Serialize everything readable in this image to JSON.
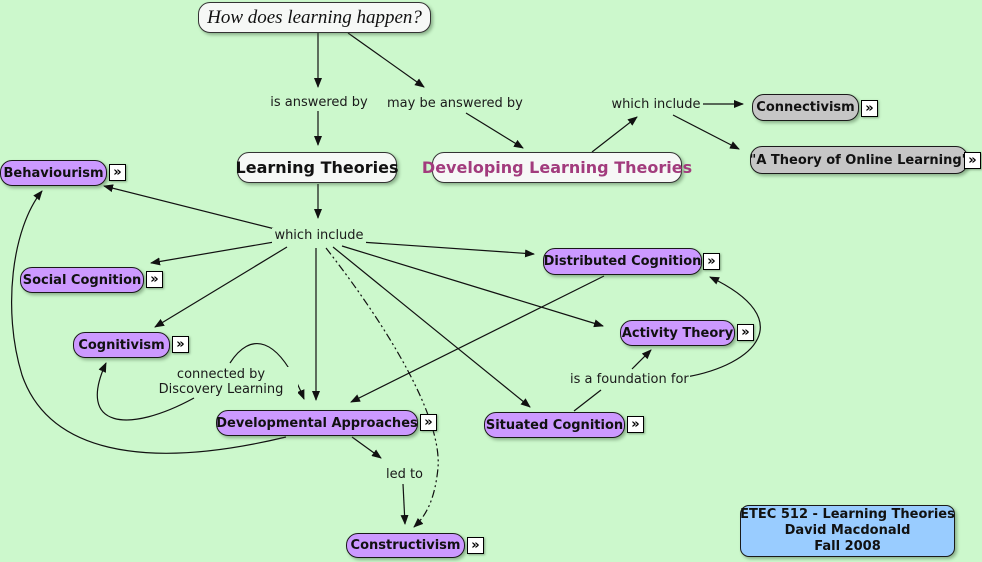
{
  "title": "Learning theories concept map",
  "colors": {
    "background": "#ccf8cc",
    "concept_fill": "#cc99ff",
    "external_fill": "#c6c6c6",
    "credit_fill": "#99ccff",
    "developing_text": "#a23b7d",
    "line": "#111111"
  },
  "nodes": {
    "question": {
      "label": "How does learning happen?"
    },
    "learning_theories": {
      "label": "Learning Theories"
    },
    "developing_learning_theories": {
      "label": "Developing Learning Theories"
    },
    "connectivism": {
      "label": "Connectivism"
    },
    "online_learning": {
      "label": "\"A Theory of Online Learning\""
    },
    "behaviourism": {
      "label": "Behaviourism"
    },
    "social_cognition": {
      "label": "Social Cognition"
    },
    "cognitivism": {
      "label": "Cognitivism"
    },
    "distributed_cognition": {
      "label": "Distributed Cognition"
    },
    "activity_theory": {
      "label": "Activity Theory"
    },
    "developmental_approaches": {
      "label": "Developmental Approaches"
    },
    "situated_cognition": {
      "label": "Situated Cognition"
    },
    "constructivism": {
      "label": "Constructivism"
    }
  },
  "links": {
    "is_answered_by": "is answered by",
    "may_be_answered_by": "may be answered by",
    "which_include_top": "which include",
    "which_include_mid": "which include",
    "connected_by_line1": "connected by",
    "connected_by_line2": "Discovery Learning",
    "is_a_foundation_for": "is a foundation for",
    "led_to": "led to"
  },
  "credit": {
    "line1": "ETEC 512 - Learning Theories",
    "line2": "David Macdonald",
    "line3": "Fall 2008"
  },
  "icons": {
    "resource_glyph": "»"
  }
}
